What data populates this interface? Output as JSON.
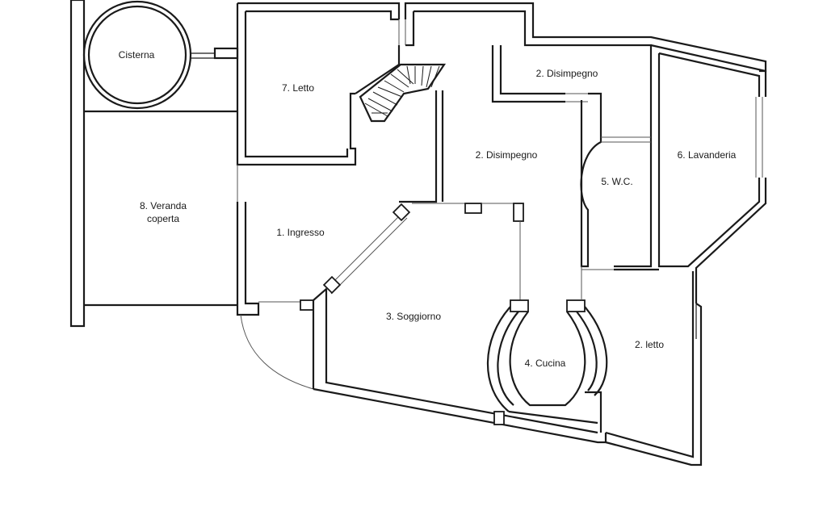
{
  "plan": {
    "rooms": {
      "cisterna": "Cisterna",
      "letto7": "7. Letto",
      "disimpegno_top": "2. Disimpegno",
      "disimpegno_mid": "2. Disimpegno",
      "wc": "5. W.C.",
      "lavanderia": "6. Lavanderia",
      "veranda_line1": "8. Veranda",
      "veranda_line2": "coperta",
      "ingresso": "1. Ingresso",
      "soggiorno": "3. Soggiorno",
      "cucina": "4. Cucina",
      "letto2": "2. letto"
    }
  }
}
